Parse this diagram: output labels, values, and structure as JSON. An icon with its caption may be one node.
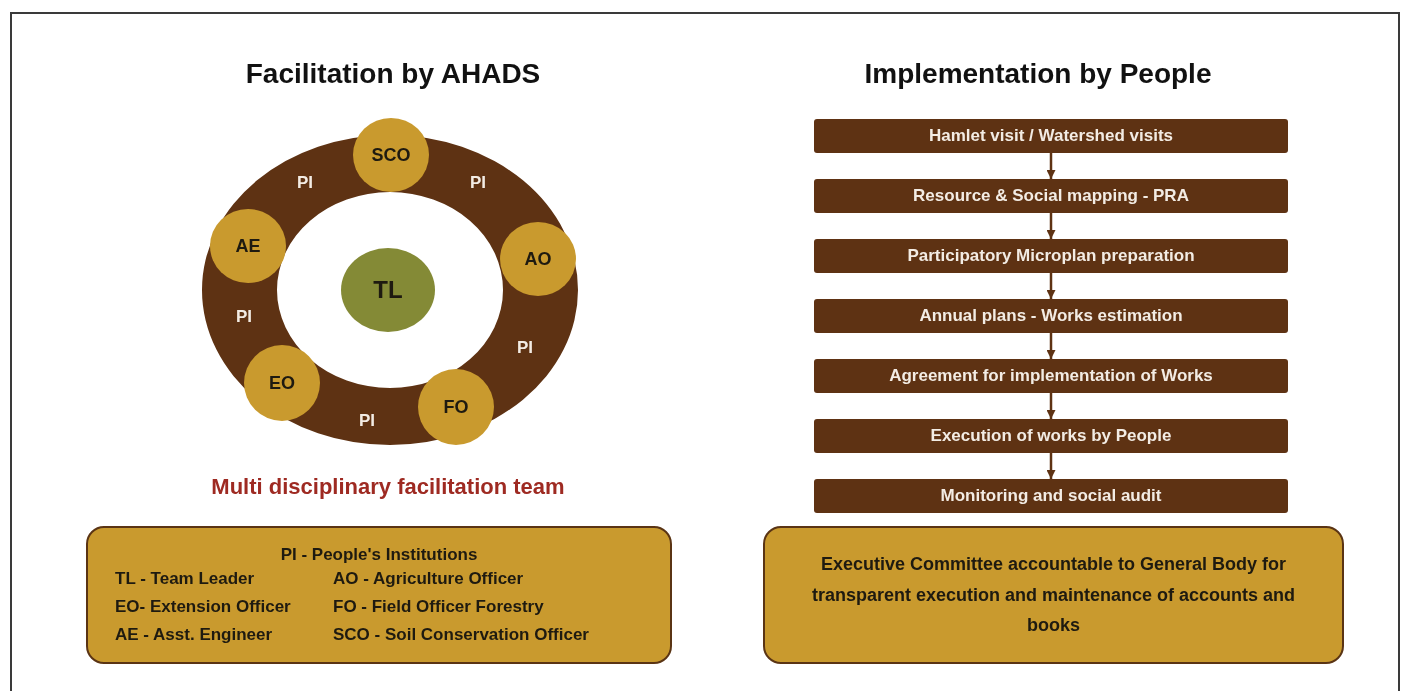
{
  "diagram": {
    "nodes": [
      {
        "text": [
          "PI",
          "PI",
          "PI",
          "PI",
          "PI"
        ]
      },
      {
        "text": [
          "SCO"
        ],
        "in": 0
      },
      {
        "text": [
          "AE"
        ],
        "in": 0
      },
      {
        "text": [
          "AO"
        ],
        "in": 0
      },
      {
        "text": [
          "TL"
        ],
        "in": 0
      },
      {
        "text": [
          "EO"
        ],
        "in": 0
      },
      {
        "text": [
          "FO"
        ],
        "in": 0
      },
      {
        "text": [
          "PI - People's Institutions",
          "TL - Team Leader",
          "AO - Agriculture Officer",
          "EO- Extension Officer",
          "FO - Field Officer Forestry",
          "AE - Asst. Engineer",
          "SCO - Soil Conservation Officer"
        ]
      },
      {
        "text": [
          "Hamlet visit / Watershed visits"
        ]
      },
      {
        "text": [
          "Resource & Social mapping - PRA"
        ]
      },
      {
        "text": [
          "Participatory Microplan preparation"
        ]
      },
      {
        "text": [
          "Annual plans - Works estimation"
        ]
      },
      {
        "text": [
          "Agreement for implementation of Works"
        ]
      },
      {
        "text": [
          "Execution of works by People"
        ]
      },
      {
        "text": [
          "Monitoring and social audit"
        ]
      },
      {
        "text": [
          "Executive Committee accountable to General Body for transparent execution and maintenance of accounts and books"
        ]
      }
    ],
    "edges": [
      {
        "from": 8,
        "to": 9,
        "arrow": "to"
      },
      {
        "from": 9,
        "to": 10,
        "arrow": "to"
      },
      {
        "from": 10,
        "to": 11,
        "arrow": "to"
      },
      {
        "from": 11,
        "to": 12,
        "arrow": "to"
      },
      {
        "from": 12,
        "to": 13,
        "arrow": "to"
      },
      {
        "from": 13,
        "to": 14,
        "arrow": "to"
      }
    ],
    "labels": [
      "Facilitation by AHADS",
      "Implementation by People",
      "Multi disciplinary facilitation team"
    ]
  }
}
